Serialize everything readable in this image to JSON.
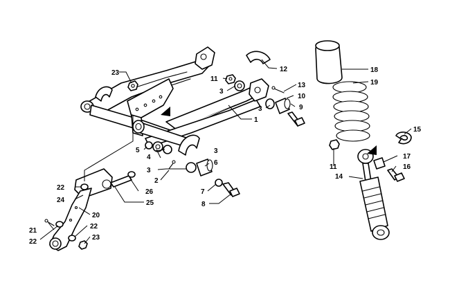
{
  "callouts": [
    {
      "id": "c1",
      "label": "1"
    },
    {
      "id": "c2",
      "label": "2"
    },
    {
      "id": "c3a",
      "label": "3"
    },
    {
      "id": "c3b",
      "label": "3"
    },
    {
      "id": "c3c",
      "label": "3"
    },
    {
      "id": "c3d",
      "label": "3"
    },
    {
      "id": "c4",
      "label": "4"
    },
    {
      "id": "c5",
      "label": "5"
    },
    {
      "id": "c6",
      "label": "6"
    },
    {
      "id": "c7",
      "label": "7"
    },
    {
      "id": "c8",
      "label": "8"
    },
    {
      "id": "c9",
      "label": "9"
    },
    {
      "id": "c10",
      "label": "10"
    },
    {
      "id": "c11a",
      "label": "11"
    },
    {
      "id": "c11b",
      "label": "11"
    },
    {
      "id": "c12",
      "label": "12"
    },
    {
      "id": "c13",
      "label": "13"
    },
    {
      "id": "c14",
      "label": "14"
    },
    {
      "id": "c15",
      "label": "15"
    },
    {
      "id": "c16",
      "label": "16"
    },
    {
      "id": "c17",
      "label": "17"
    },
    {
      "id": "c18",
      "label": "18"
    },
    {
      "id": "c19",
      "label": "19"
    },
    {
      "id": "c20",
      "label": "20"
    },
    {
      "id": "c21",
      "label": "21"
    },
    {
      "id": "c22a",
      "label": "22"
    },
    {
      "id": "c22b",
      "label": "22"
    },
    {
      "id": "c22c",
      "label": "22"
    },
    {
      "id": "c23a",
      "label": "23"
    },
    {
      "id": "c23b",
      "label": "23"
    },
    {
      "id": "c24",
      "label": "24"
    },
    {
      "id": "c25",
      "label": "25"
    },
    {
      "id": "c26",
      "label": "26"
    }
  ]
}
